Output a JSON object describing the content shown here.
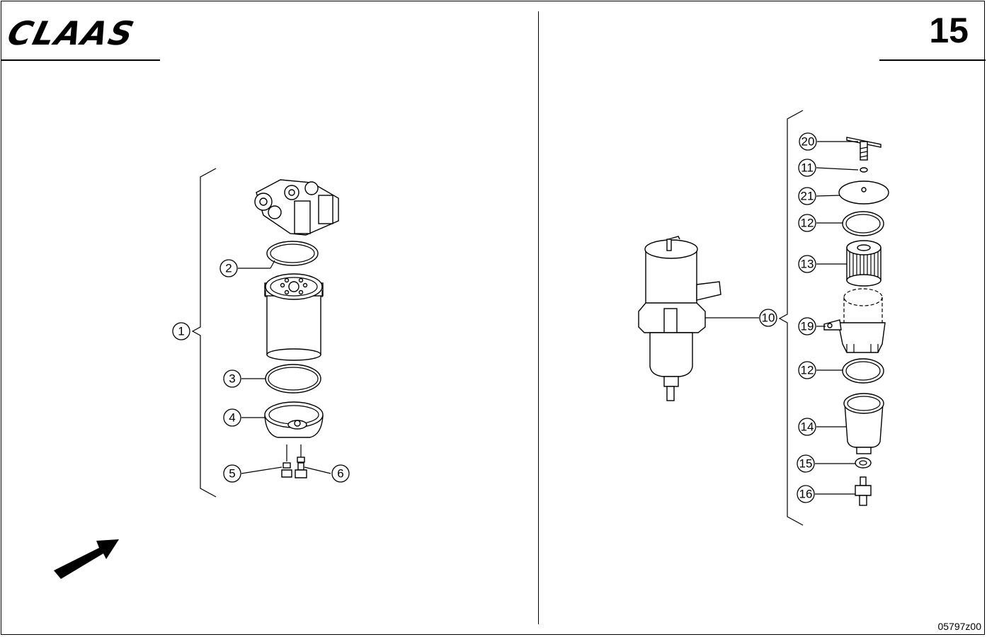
{
  "header": {
    "brand": "CLAAS",
    "page_number": "15"
  },
  "footer": {
    "drawing_code": "05797z00"
  },
  "left_assembly": {
    "callouts": [
      "1",
      "2",
      "3",
      "4",
      "5",
      "6"
    ]
  },
  "right_assembly": {
    "callouts": [
      "20",
      "11",
      "21",
      "12",
      "13",
      "10",
      "19",
      "12",
      "14",
      "15",
      "16"
    ]
  }
}
